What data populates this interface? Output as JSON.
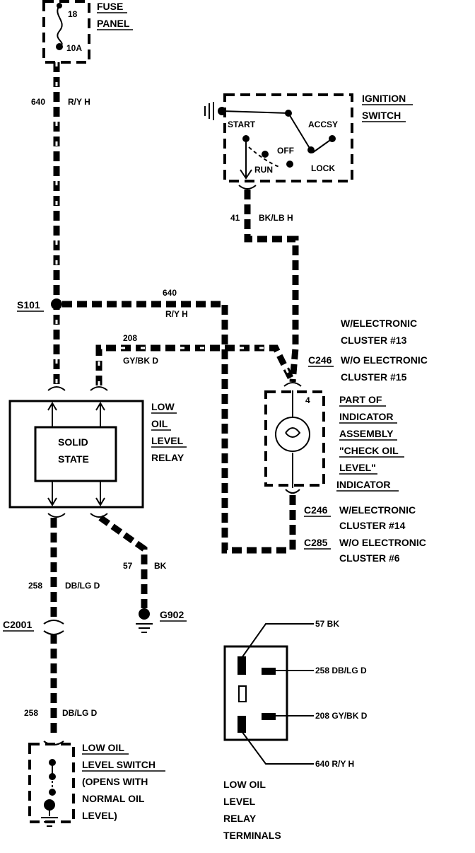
{
  "fuse_panel": {
    "fuse_number": "18",
    "fuse_rating": "10A",
    "label_line1": "FUSE",
    "label_line2": "PANEL"
  },
  "wires": {
    "w640_top": "640",
    "w640_top_color": "R/Y H",
    "w41": "41",
    "w41_color": "BK/LB H",
    "w640_mid": "640",
    "w640_mid_color": "R/Y H",
    "w208": "208",
    "w208_color": "GY/BK D",
    "w57": "57",
    "w57_color": "BK",
    "w258_upper": "258",
    "w258_upper_color": "DB/LG D",
    "w258_lower": "258",
    "w258_lower_color": "DB/LG D"
  },
  "ignition_switch": {
    "label_line1": "IGNITION",
    "label_line2": "SWITCH",
    "start": "START",
    "accsy": "ACCSY",
    "off": "OFF",
    "run": "RUN",
    "lock": "LOCK"
  },
  "splice": {
    "s101": "S101"
  },
  "connectors": {
    "c246_top": "C246",
    "c246_top_text1": "W/ELECTRONIC",
    "c246_top_text2": "CLUSTER #13",
    "c246_top_text3": "W/O ELECTRONIC",
    "c246_top_text4": "CLUSTER #15",
    "c246_bottom": "C246",
    "c246_bottom_text1": "W/ELECTRONIC",
    "c246_bottom_text2": "CLUSTER #14",
    "c285": "C285",
    "c285_text1": "W/O ELECTRONIC",
    "c285_text2": "CLUSTER #6",
    "c2001": "C2001",
    "indicator_pin": "4"
  },
  "relay": {
    "inner_line1": "SOLID",
    "inner_line2": "STATE",
    "label_line1": "LOW",
    "label_line2": "OIL",
    "label_line3": "LEVEL",
    "label_line4": "RELAY"
  },
  "indicator": {
    "line1": "PART OF",
    "line2": "INDICATOR",
    "line3": "ASSEMBLY",
    "line4": "\"CHECK OIL",
    "line5": "LEVEL\"",
    "line6": "INDICATOR"
  },
  "ground": {
    "g902": "G902"
  },
  "oil_switch": {
    "line1": "LOW OIL",
    "line2": "LEVEL SWITCH",
    "line3": "(OPENS WITH",
    "line4": "NORMAL OIL",
    "line5": "LEVEL)"
  },
  "relay_terminals": {
    "t57": "57 BK",
    "t258": "258 DB/LG D",
    "t208": "208 GY/BK D",
    "t640": "640 R/Y H",
    "title1": "LOW OIL",
    "title2": "LEVEL",
    "title3": "RELAY",
    "title4": "TERMINALS"
  }
}
